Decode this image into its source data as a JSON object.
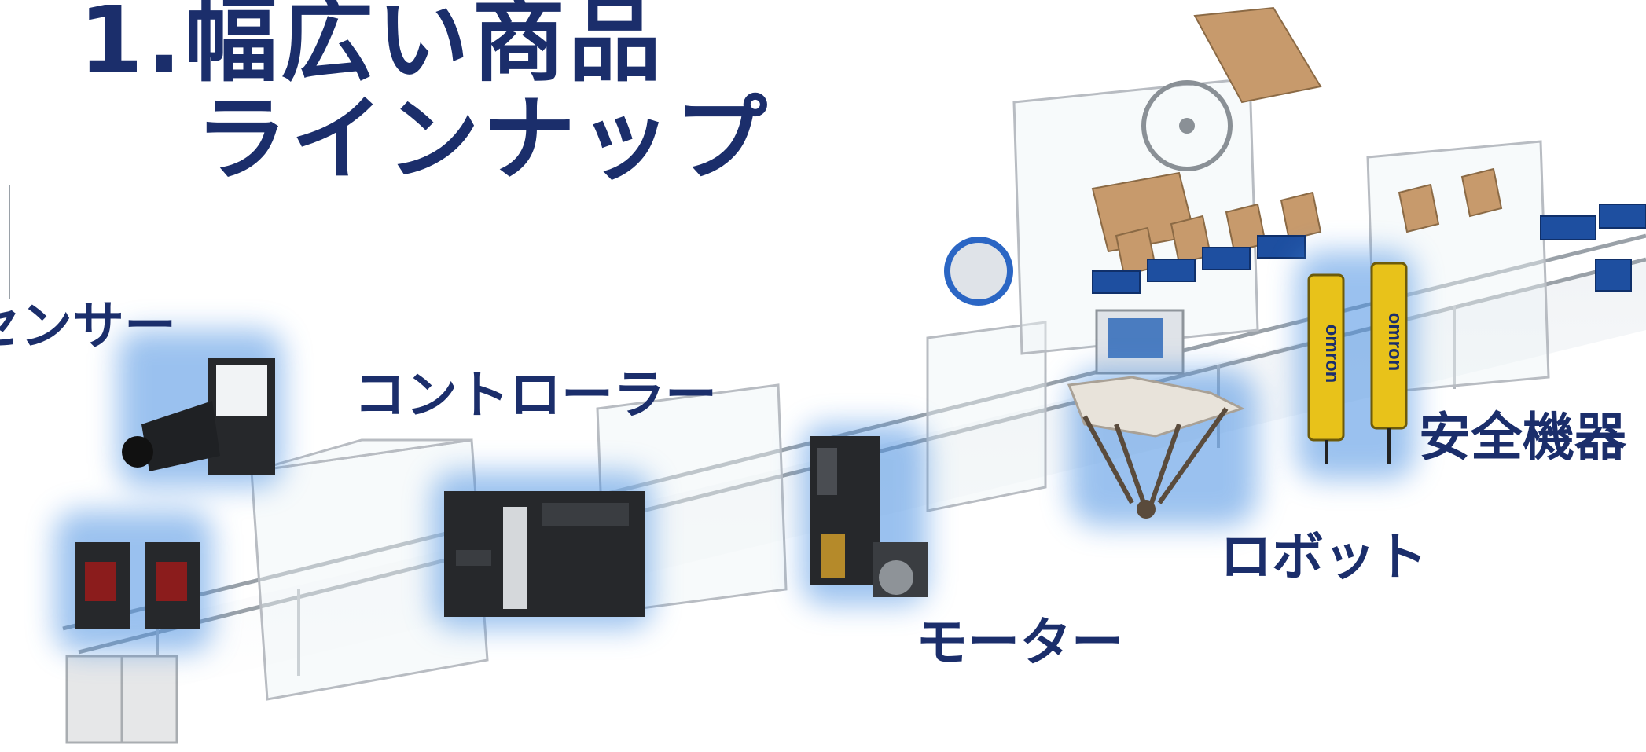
{
  "heading": {
    "line1": "1.幅広い商品",
    "line2": "ラインナップ"
  },
  "categories": {
    "sensor": "センサー",
    "controller": "コントローラー",
    "motor": "モーター",
    "robot": "ロボット",
    "safety": "安全機器"
  },
  "brand": {
    "logo_text": "omron"
  },
  "colors": {
    "heading": "#1b2e6b",
    "glow": "#4a90e2",
    "frame": "#b8bcc2",
    "device_dark": "#26282b",
    "light_curtain": "#e8c21a",
    "carton": "#c79a6c",
    "tote": "#1e4fa0"
  }
}
